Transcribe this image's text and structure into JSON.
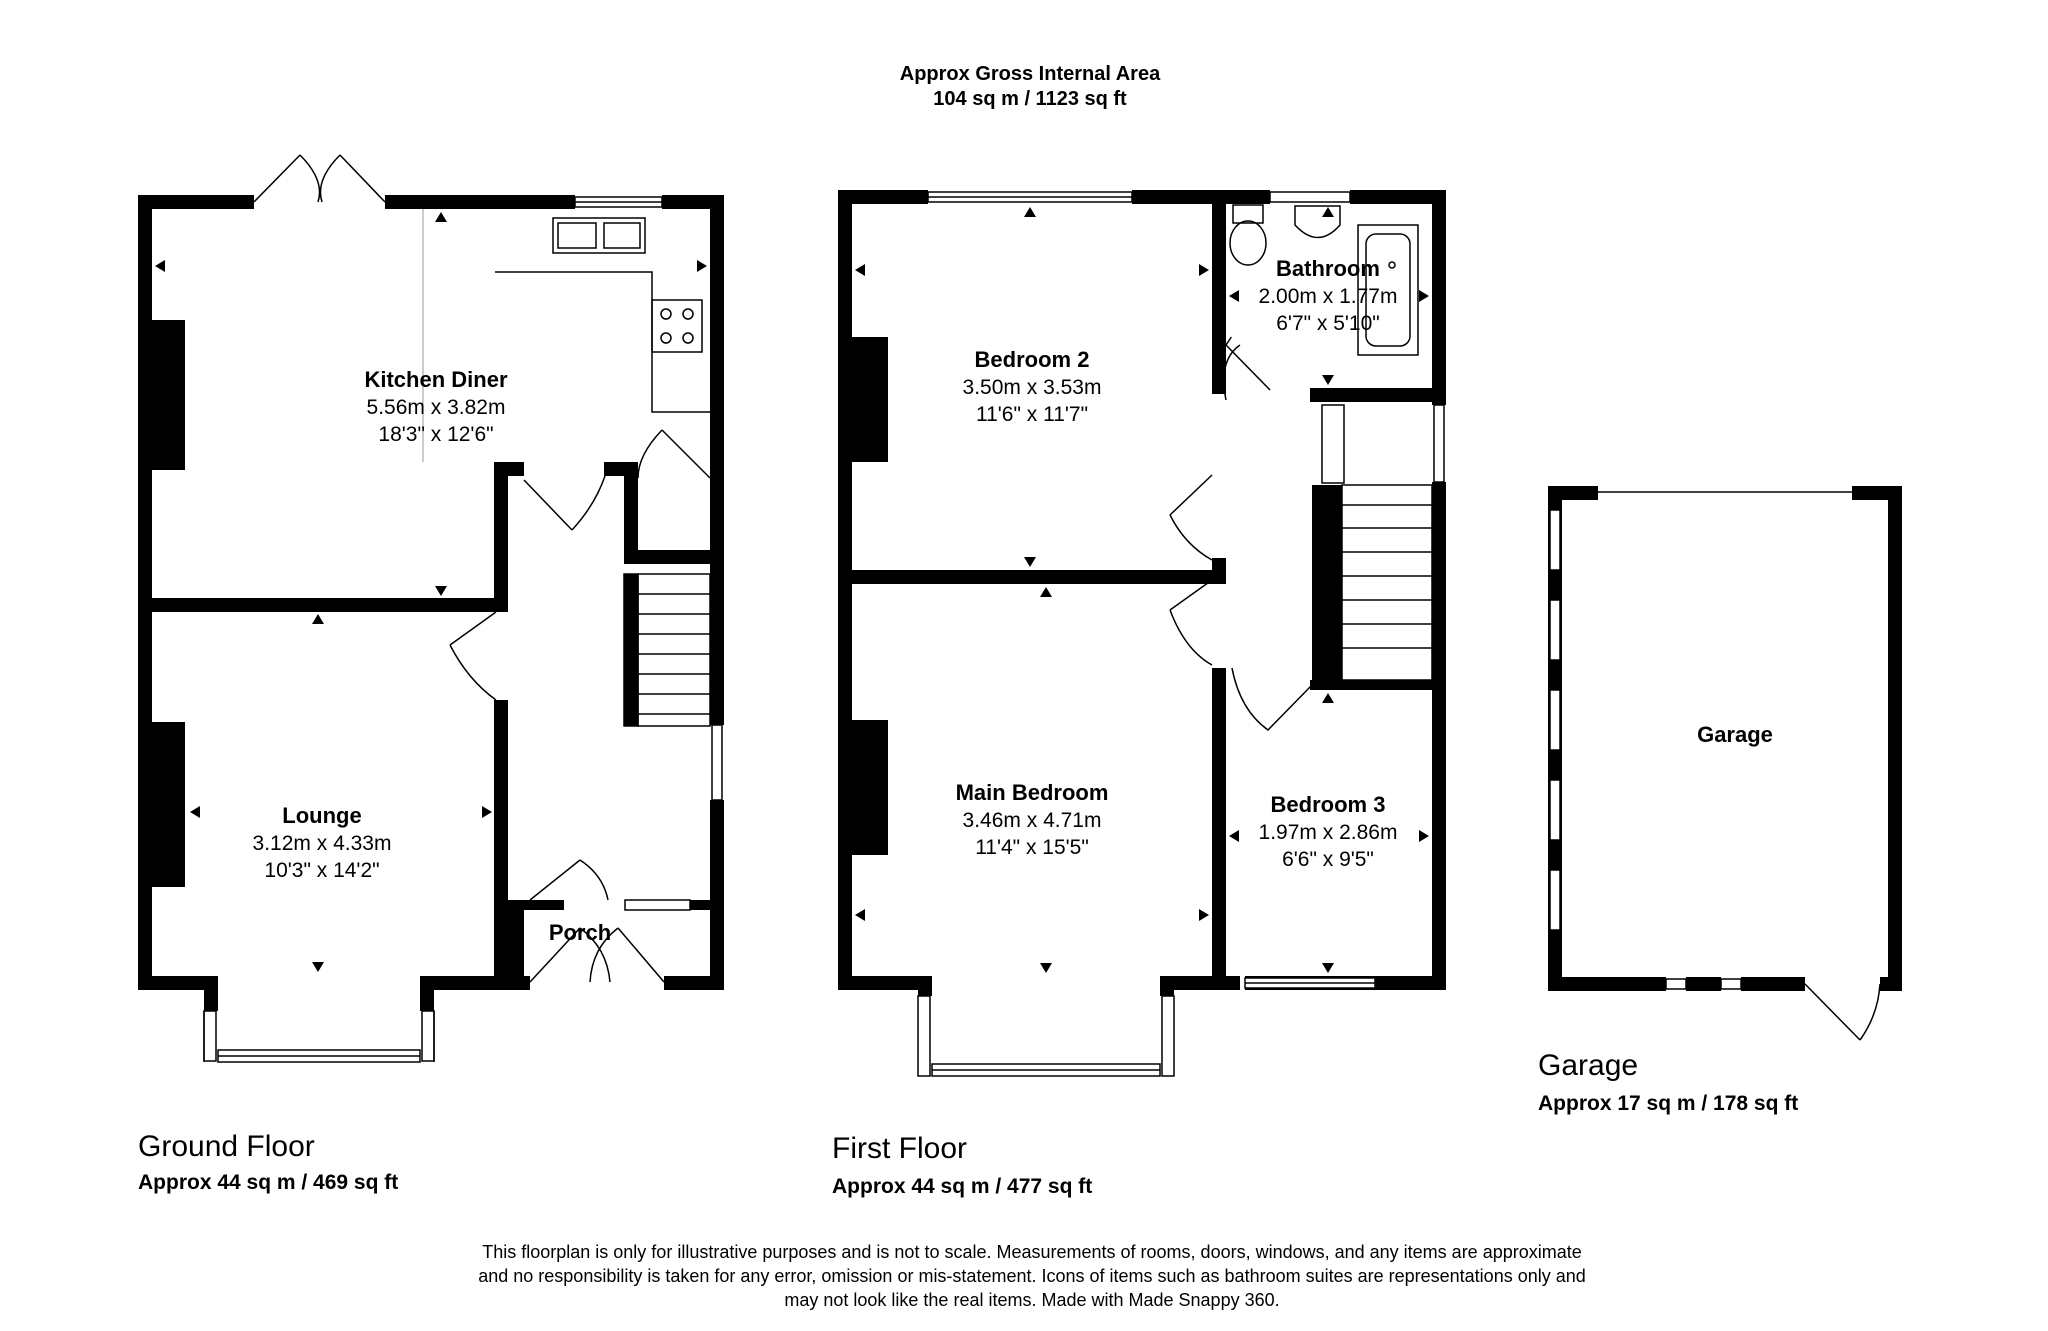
{
  "gross_area": {
    "title": "Approx Gross Internal Area",
    "value": "104 sq m / 1123 sq ft"
  },
  "rooms": {
    "kitchen": {
      "name": "Kitchen Diner",
      "metric": "5.56m x 3.82m",
      "imperial": "18'3\" x 12'6\""
    },
    "lounge": {
      "name": "Lounge",
      "metric": "3.12m x 4.33m",
      "imperial": "10'3\" x 14'2\""
    },
    "porch": {
      "name": "Porch"
    },
    "bedroom2": {
      "name": "Bedroom 2",
      "metric": "3.50m x 3.53m",
      "imperial": "11'6\" x 11'7\""
    },
    "bathroom": {
      "name": "Bathroom",
      "metric": "2.00m x 1.77m",
      "imperial": "6'7\" x 5'10\""
    },
    "main_bedroom": {
      "name": "Main Bedroom",
      "metric": "3.46m x 4.71m",
      "imperial": "11'4\" x 15'5\""
    },
    "bedroom3": {
      "name": "Bedroom 3",
      "metric": "1.97m x 2.86m",
      "imperial": "6'6\" x 9'5\""
    },
    "garage": {
      "name": "Garage"
    }
  },
  "floors": {
    "ground": {
      "title": "Ground Floor",
      "area": "Approx 44 sq m / 469 sq ft"
    },
    "first": {
      "title": "First Floor",
      "area": "Approx 44 sq m / 477 sq ft"
    },
    "garage": {
      "title": "Garage",
      "area": "Approx 17 sq m / 178 sq ft"
    }
  },
  "disclaimer": {
    "line1": "This floorplan is only for illustrative purposes and is not to scale. Measurements of rooms, doors, windows, and any items are approximate",
    "line2": "and no responsibility is taken for any error, omission or mis-statement. Icons of items such as bathroom suites are representations only and",
    "line3": "may not look like the real items. Made with Made Snappy 360."
  },
  "colors": {
    "wall": "#000000",
    "background": "#ffffff",
    "fixture": "#555555"
  }
}
